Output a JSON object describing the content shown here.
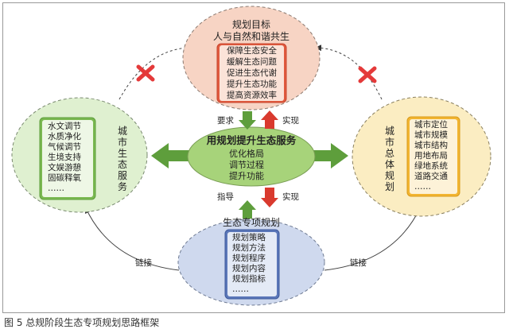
{
  "top_node": {
    "title_line1": "规划目标",
    "title_line2": "人与自然和谐共生",
    "items": [
      "保障生态安全",
      "缓解生态问题",
      "促进生态代谢",
      "提升生态功能",
      "提高资源效率"
    ]
  },
  "left_node": {
    "title": "城市生态服务",
    "items": [
      "水文调节",
      "水质净化",
      "气候调节",
      "生境支持",
      "文娱游憩",
      "固碳释氧",
      "……"
    ]
  },
  "right_node": {
    "title": "城市总体规划",
    "items": [
      "城市定位",
      "城市规模",
      "城市结构",
      "用地布局",
      "绿地系统",
      "道路交通",
      "……"
    ]
  },
  "bottom_node": {
    "title": "生态专项规划",
    "items": [
      "规划策略",
      "规划方法",
      "规划程序",
      "规划内容",
      "规划指标",
      "……"
    ]
  },
  "center_node": {
    "title": "用规划提升生态服务",
    "items": [
      "优化格局",
      "调节过程",
      "提升功能"
    ]
  },
  "labels": {
    "require": "要求",
    "realize_top": "实现",
    "guide": "指导",
    "realize_bottom": "实现",
    "link_left": "链接",
    "link_right": "链接"
  },
  "caption": "图 5  总规阶段生态专项规划思路框架",
  "colors": {
    "top_fill": "#f7d4c4",
    "left_fill": "#dff0d0",
    "right_fill": "#fbedc2",
    "bottom_fill": "#cfd9ee",
    "center_fill": "#a7d37a",
    "arrow_green": "#5e9e3c",
    "arrow_red": "#d93a2e",
    "cross_red": "#e43a3a"
  }
}
